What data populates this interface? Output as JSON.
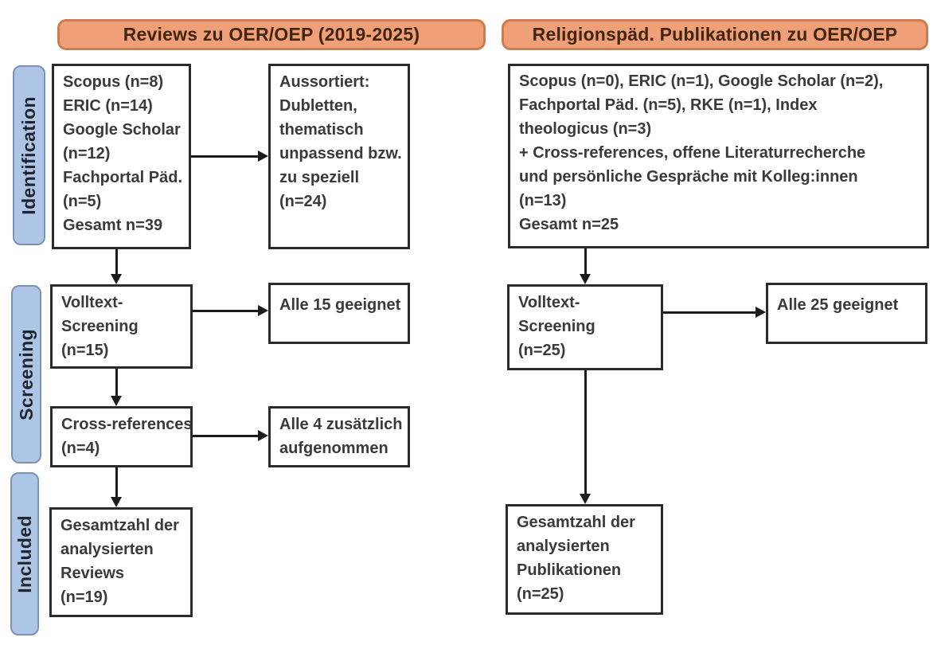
{
  "diagram": {
    "columns": [
      {
        "id": "left",
        "header": "Reviews zu OER/OEP (2019-2025)"
      },
      {
        "id": "right",
        "header": "Religionspäd. Publikationen zu OER/OEP"
      }
    ],
    "stages": [
      {
        "id": "identification",
        "label": "Identification"
      },
      {
        "id": "screening",
        "label": "Screening"
      },
      {
        "id": "included",
        "label": "Included"
      }
    ],
    "nodes": {
      "left_identification": {
        "text": "Scopus (n=8)\nERIC (n=14)\nGoogle Scholar\n(n=12)\nFachportal Päd.\n(n=5)\nGesamt n=39"
      },
      "left_excluded": {
        "text": "Aussortiert:\nDubletten,\nthematisch\nunpassend bzw.\nzu speziell\n(n=24)"
      },
      "left_fulltext": {
        "text": "Volltext-\nScreening\n(n=15)"
      },
      "left_fulltext_result": {
        "text": "Alle 15 geeignet"
      },
      "left_crossref": {
        "text": "Cross-references\n(n=4)"
      },
      "left_crossref_result": {
        "text": "Alle 4 zusätzlich\naufgenommen"
      },
      "left_included": {
        "text": "Gesamtzahl der\nanalysierten\nReviews\n(n=19)"
      },
      "right_identification": {
        "text": "Scopus (n=0), ERIC (n=1), Google Scholar (n=2),\nFachportal Päd. (n=5), RKE (n=1), Index\ntheologicus (n=3)\n+ Cross-references, offene Literaturrecherche\nund persönliche Gespräche mit Kolleg:innen\n(n=13)\nGesamt n=25"
      },
      "right_fulltext": {
        "text": "Volltext-\nScreening\n(n=25)"
      },
      "right_fulltext_result": {
        "text": "Alle 25 geeignet"
      },
      "right_included": {
        "text": "Gesamtzahl der\nanalysierten\nPublikationen\n(n=25)"
      }
    },
    "colors": {
      "header_fill": "#EFA078",
      "header_border": "#CE7B4E",
      "header_text": "#43250F",
      "stage_fill": "#ADC6E6",
      "stage_border": "#7D92B3",
      "stage_text": "#1E2430",
      "box_border": "#2B2B2B",
      "box_text": "#3A3A3A",
      "arrow": "#1C1C1C"
    }
  }
}
